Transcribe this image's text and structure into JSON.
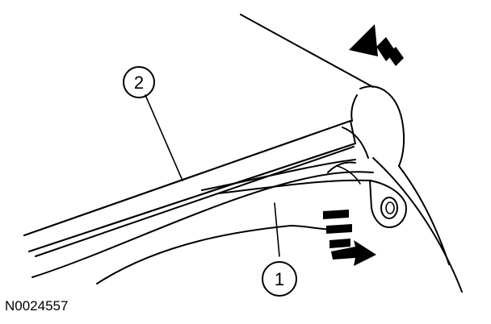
{
  "callouts": [
    {
      "id": "1",
      "label": "1"
    },
    {
      "id": "2",
      "label": "2"
    }
  ],
  "reference_code": "N0024557",
  "icons": {
    "arrow_up_left": "movement-arrow-up-left-icon",
    "arrow_down_right": "movement-arrow-down-right-icon"
  },
  "colors": {
    "ink": "#000000",
    "background": "#ffffff"
  }
}
